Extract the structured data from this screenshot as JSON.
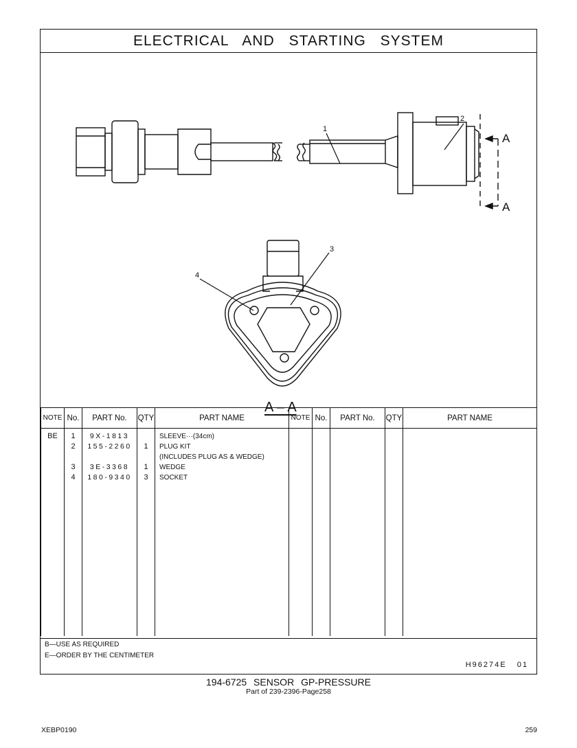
{
  "title": "ELECTRICAL AND STARTING SYSTEM",
  "drawing": {
    "callouts": [
      "1",
      "2",
      "3",
      "4"
    ],
    "section_marker": "A",
    "section_marker_bottom": "A",
    "section_label": "A – A"
  },
  "table": {
    "headers": [
      "NOTE",
      "No.",
      "PART No.",
      "QTY",
      "PART NAME",
      "NOTE",
      "No.",
      "PART No.",
      "QTY",
      "PART NAME"
    ],
    "left_columns": {
      "note": [
        "BE",
        "",
        "",
        "",
        ""
      ],
      "no": [
        "1",
        "2",
        "",
        "3",
        "4"
      ],
      "part": [
        "9X-1813",
        "155-2260",
        "",
        "3E-3368",
        "180-9340"
      ],
      "qty": [
        "",
        "1",
        "",
        "1",
        "3"
      ],
      "name": [
        "SLEEVE···(34cm)",
        "PLUG KIT",
        "(INCLUDES PLUG AS & WEDGE)",
        "WEDGE",
        "SOCKET"
      ]
    }
  },
  "footnotes": [
    "B—USE AS REQUIRED",
    "E—ORDER BY THE CENTIMETER"
  ],
  "illustration_ref": "H96274E   01",
  "caption_main": "194-6725 SENSOR GP-PRESSURE",
  "caption_sub": "Part of 239-2396-Page258",
  "footer_left": "XEBP0190",
  "footer_right": "259"
}
